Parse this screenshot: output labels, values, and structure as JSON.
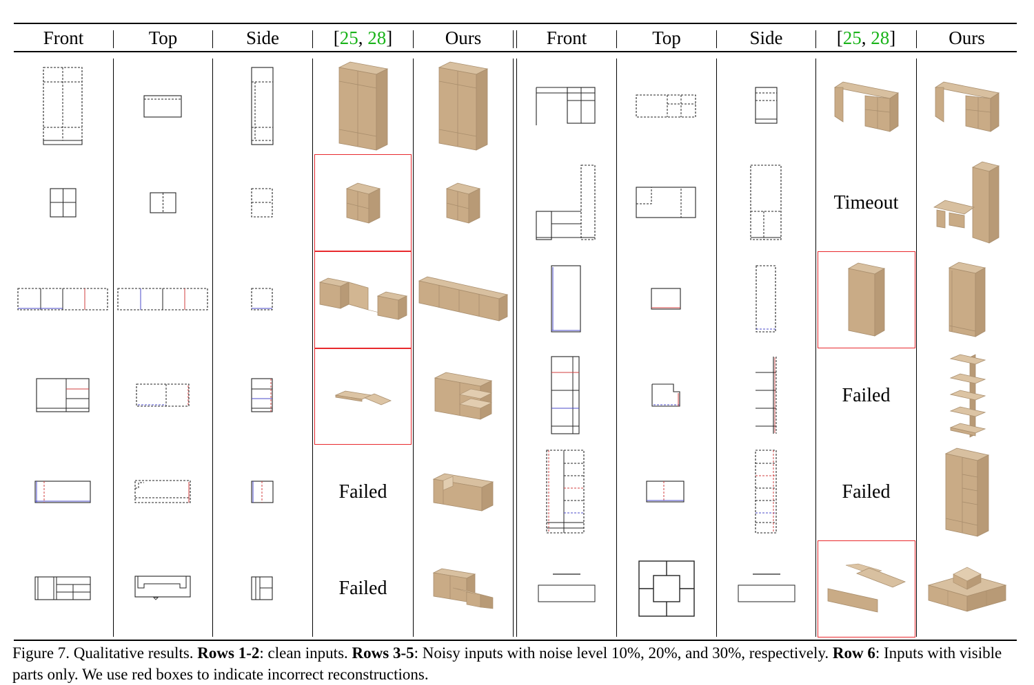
{
  "header": {
    "columns_left": [
      "Front",
      "Top",
      "Side",
      "[25, 28]",
      "Ours"
    ],
    "columns_right": [
      "Front",
      "Top",
      "Side",
      "[25, 28]",
      "Ours"
    ],
    "cite_open": "[",
    "cite_a": "25",
    "cite_comma": ", ",
    "cite_b": "28",
    "cite_close": "]"
  },
  "status_text": {
    "timeout": "Timeout",
    "failed": "Failed"
  },
  "colors": {
    "cite_green": "#19b319",
    "error_red": "#e8282c",
    "wood": "#c9ab86",
    "line_dark": "#222222",
    "line_red": "#d23c3c",
    "line_blue": "#4a4ac8"
  },
  "caption": {
    "figure": "Figure 7. Qualitative results. ",
    "rows12": "Rows 1-2",
    "rows12_text": ": clean inputs. ",
    "rows35": "Rows 3-5",
    "rows35_text": ": Noisy inputs with noise level 10%, 20%, and 30%, respectively. ",
    "row6": "Row 6",
    "row6_text": ": Inputs with visible parts only. We use red boxes to indicate incorrect reconstructions."
  }
}
